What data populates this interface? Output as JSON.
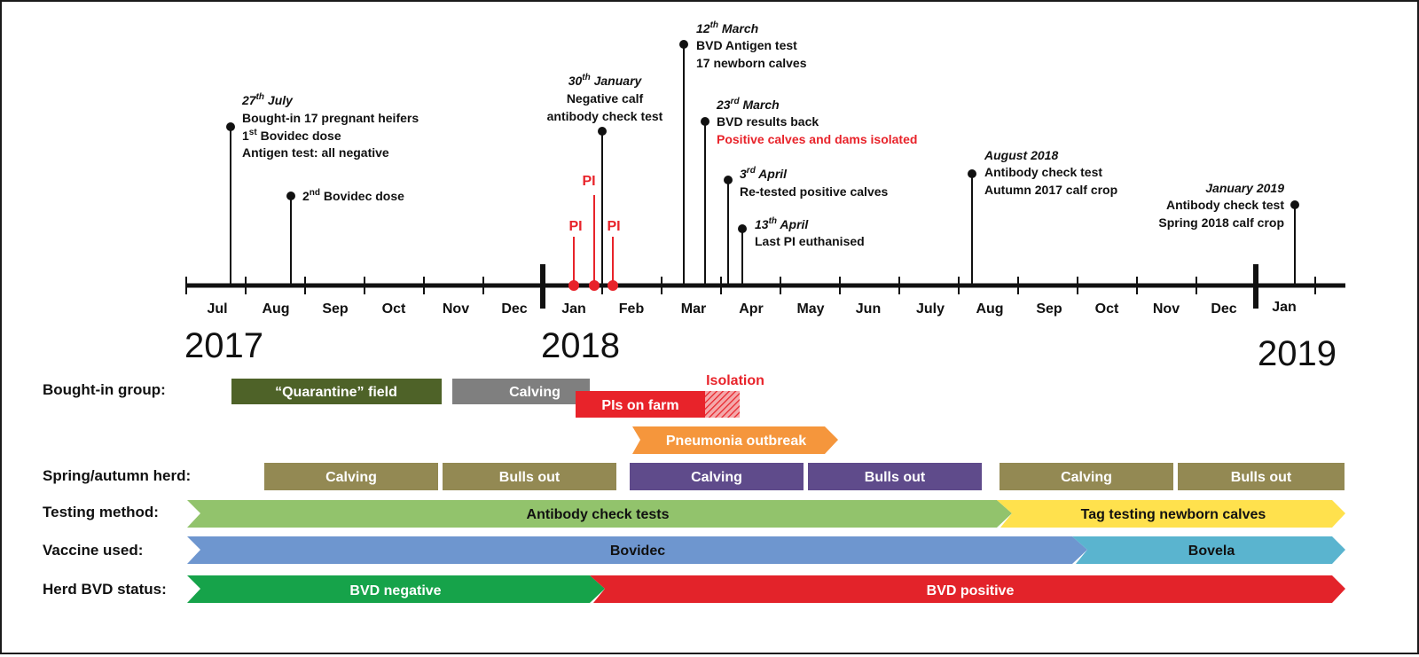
{
  "months": [
    "Jul",
    "Aug",
    "Sep",
    "Oct",
    "Nov",
    "Dec",
    "Jan",
    "Feb",
    "Mar",
    "Apr",
    "May",
    "Jun",
    "July",
    "Aug",
    "Sep",
    "Oct",
    "Nov",
    "Dec",
    "Jan"
  ],
  "years": {
    "y2017": "2017",
    "y2018": "2018",
    "y2019": "2019"
  },
  "events": {
    "e1": {
      "date": "27",
      "date_sup": "th",
      "date_rest": " July",
      "line1": "Bought-in 17 pregnant heifers",
      "line2a": "1",
      "line2sup": "st",
      "line2b": " Bovidec dose",
      "line3": "Antigen test: all negative"
    },
    "e2": {
      "pre": "2",
      "sup": "nd",
      "rest": " Bovidec dose"
    },
    "e3": {
      "date": "30",
      "date_sup": "th",
      "date_rest": " January",
      "line1": "Negative calf",
      "line2": "antibody check test"
    },
    "e4": {
      "date": "12",
      "date_sup": "th",
      "date_rest": " March",
      "line1": "BVD Antigen test",
      "line2": "17 newborn calves"
    },
    "e5": {
      "date": "23",
      "date_sup": "rd",
      "date_rest": " March",
      "line1": "BVD results back",
      "line2": "Positive calves and dams isolated"
    },
    "e6": {
      "date": "3",
      "date_sup": "rd",
      "date_rest": " April",
      "line1": "Re-tested positive calves"
    },
    "e7": {
      "date": "13",
      "date_sup": "th",
      "date_rest": " April",
      "line1": "Last PI euthanised"
    },
    "e8": {
      "date": "August 2018",
      "line1": "Antibody check test",
      "line2": "Autumn 2017 calf crop"
    },
    "e9": {
      "date": "January 2019",
      "line1": "Antibody check test",
      "line2": "Spring 2018 calf crop"
    }
  },
  "pi_label": "PI",
  "rows": {
    "bought_in": "Bought-in group:",
    "herd": "Spring/autumn herd:",
    "testing": "Testing method:",
    "vaccine": "Vaccine used:",
    "status": "Herd BVD status:"
  },
  "bars": {
    "quarantine": "“Quarantine” field",
    "calving_bought": "Calving",
    "pis_on_farm": "PIs on farm",
    "isolation": "Isolation",
    "pneumonia": "Pneumonia outbreak",
    "herd_calving_1": "Calving",
    "herd_bulls_1": "Bulls out",
    "herd_calving_2": "Calving",
    "herd_bulls_2": "Bulls out",
    "herd_calving_3": "Calving",
    "herd_bulls_3": "Bulls out",
    "antibody_tests": "Antibody check tests",
    "tag_testing": "Tag testing newborn calves",
    "bovidec": "Bovidec",
    "bovela": "Bovela",
    "bvd_negative": "BVD negative",
    "bvd_positive": "BVD positive"
  },
  "colors": {
    "quarantine": "#4e6228",
    "calving_bought": "#7f7f7f",
    "pis": "#e8232a",
    "pneumonia": "#f5963c",
    "herd_olive": "#938953",
    "herd_purple": "#5f4b8b",
    "antibody": "#92c36c",
    "tag": "#ffe14d",
    "bovidec": "#6e96cf",
    "bovela": "#5ab4cf",
    "bvd_negative": "#16a34a",
    "bvd_positive": "#e3232a"
  }
}
